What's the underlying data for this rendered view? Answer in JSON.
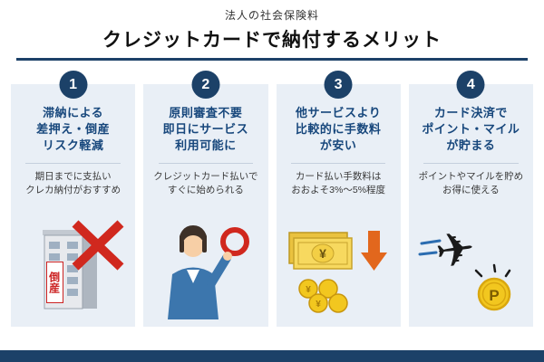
{
  "header": {
    "subtitle": "法人の社会保険料",
    "title": "クレジットカードで納付するメリット"
  },
  "columns": [
    {
      "number": "1",
      "heading": "滞納による\n差押え・倒産\nリスク軽減",
      "description": "期日までに支払い\nクレカ納付がおすすめ",
      "icon": "bankruptcy-building-icon"
    },
    {
      "number": "2",
      "heading": "原則審査不要\n即日にサービス\n利用可能に",
      "description": "クレジットカード払いで\nすぐに始められる",
      "icon": "ok-person-icon"
    },
    {
      "number": "3",
      "heading": "他サービスより\n比較的に手数料\nが安い",
      "description": "カード払い手数料は\nおおよそ3%〜5%程度",
      "icon": "low-fee-money-icon"
    },
    {
      "number": "4",
      "heading": "カード決済で\nポイント・マイル\nが貯まる",
      "description": "ポイントやマイルを貯め\nお得に使える",
      "icon": "airplane-points-icon"
    }
  ],
  "glyphs": {
    "bankruptcy": "倒産",
    "yen": "¥",
    "point": "P",
    "plane": "✈"
  },
  "colors": {
    "navy": "#1c4168",
    "panel_bg": "#e9eff6",
    "heading_blue": "#17477c",
    "red": "#d0281e",
    "orange": "#e2671d",
    "gold": "#f2c71f"
  }
}
